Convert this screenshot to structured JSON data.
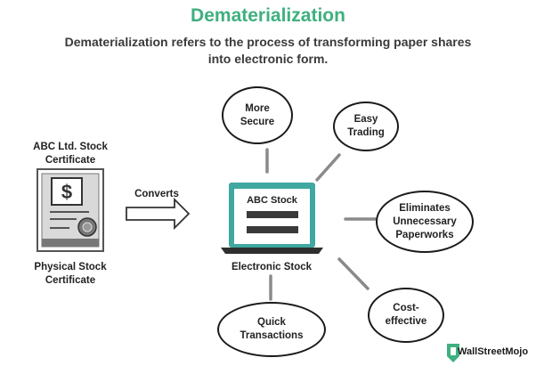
{
  "title": "Dematerialization",
  "subtitle": "Dematerialization refers to the process of transforming paper shares into electronic form.",
  "physical": {
    "top_label": "ABC Ltd. Stock\nCertificate",
    "bottom_label": "Physical Stock\nCertificate"
  },
  "arrow_label": "Converts",
  "laptop": {
    "screen_text": "ABC Stock",
    "caption": "Electronic Stock"
  },
  "benefits": [
    {
      "text": "More\nSecure"
    },
    {
      "text": "Easy\nTrading"
    },
    {
      "text": "Eliminates\nUnnecessary\nPaperworks"
    },
    {
      "text": "Cost-\neffective"
    },
    {
      "text": "Quick\nTransactions"
    }
  ],
  "logo": {
    "name": "WallStreetMojo"
  },
  "colors": {
    "accent": "#3fb07f",
    "dark": "#1a1a1a",
    "gray": "#8a8a8a",
    "screen": "#3fa8a0"
  }
}
